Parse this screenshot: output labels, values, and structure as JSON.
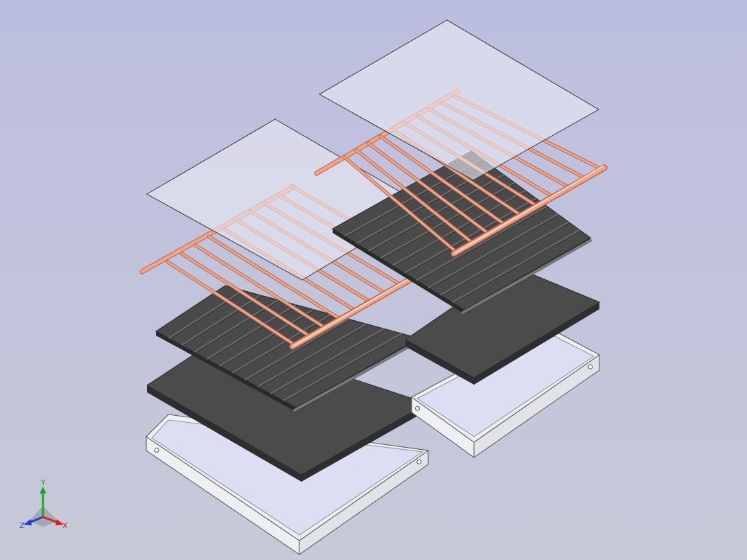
{
  "viewport": {
    "background_top": "#bcbedf",
    "background_bottom": "#c8c9d8"
  },
  "colors": {
    "glass_fill": "#e8e9f2",
    "glass_edge": "#3a3a3a",
    "pipe_fill": "#f0a488",
    "pipe_edge": "#b9664a",
    "absorber_top": "#4a4a4a",
    "absorber_groove": "#6a6a6a",
    "absorber_edge": "#2a2a2a",
    "insulation_top": "#4b4b4b",
    "insulation_side": "#2e2e2e",
    "tray_inner": "#dcdff4",
    "tray_wall": "#eeeff2",
    "tray_edge": "#555555",
    "axis_x": "#e0201c",
    "axis_y": "#1aa52a",
    "axis_z": "#1e3fd9"
  },
  "axis_triad": {
    "x_label": "X",
    "y_label": "Y",
    "z_label": "Z"
  },
  "model": {
    "assemblies": [
      {
        "name": "collector-left"
      },
      {
        "name": "collector-right"
      }
    ],
    "parts": [
      "glass-cover",
      "riser-pipes",
      "absorber-plate",
      "insulation-board",
      "frame-tray"
    ],
    "riser_count": 10
  }
}
